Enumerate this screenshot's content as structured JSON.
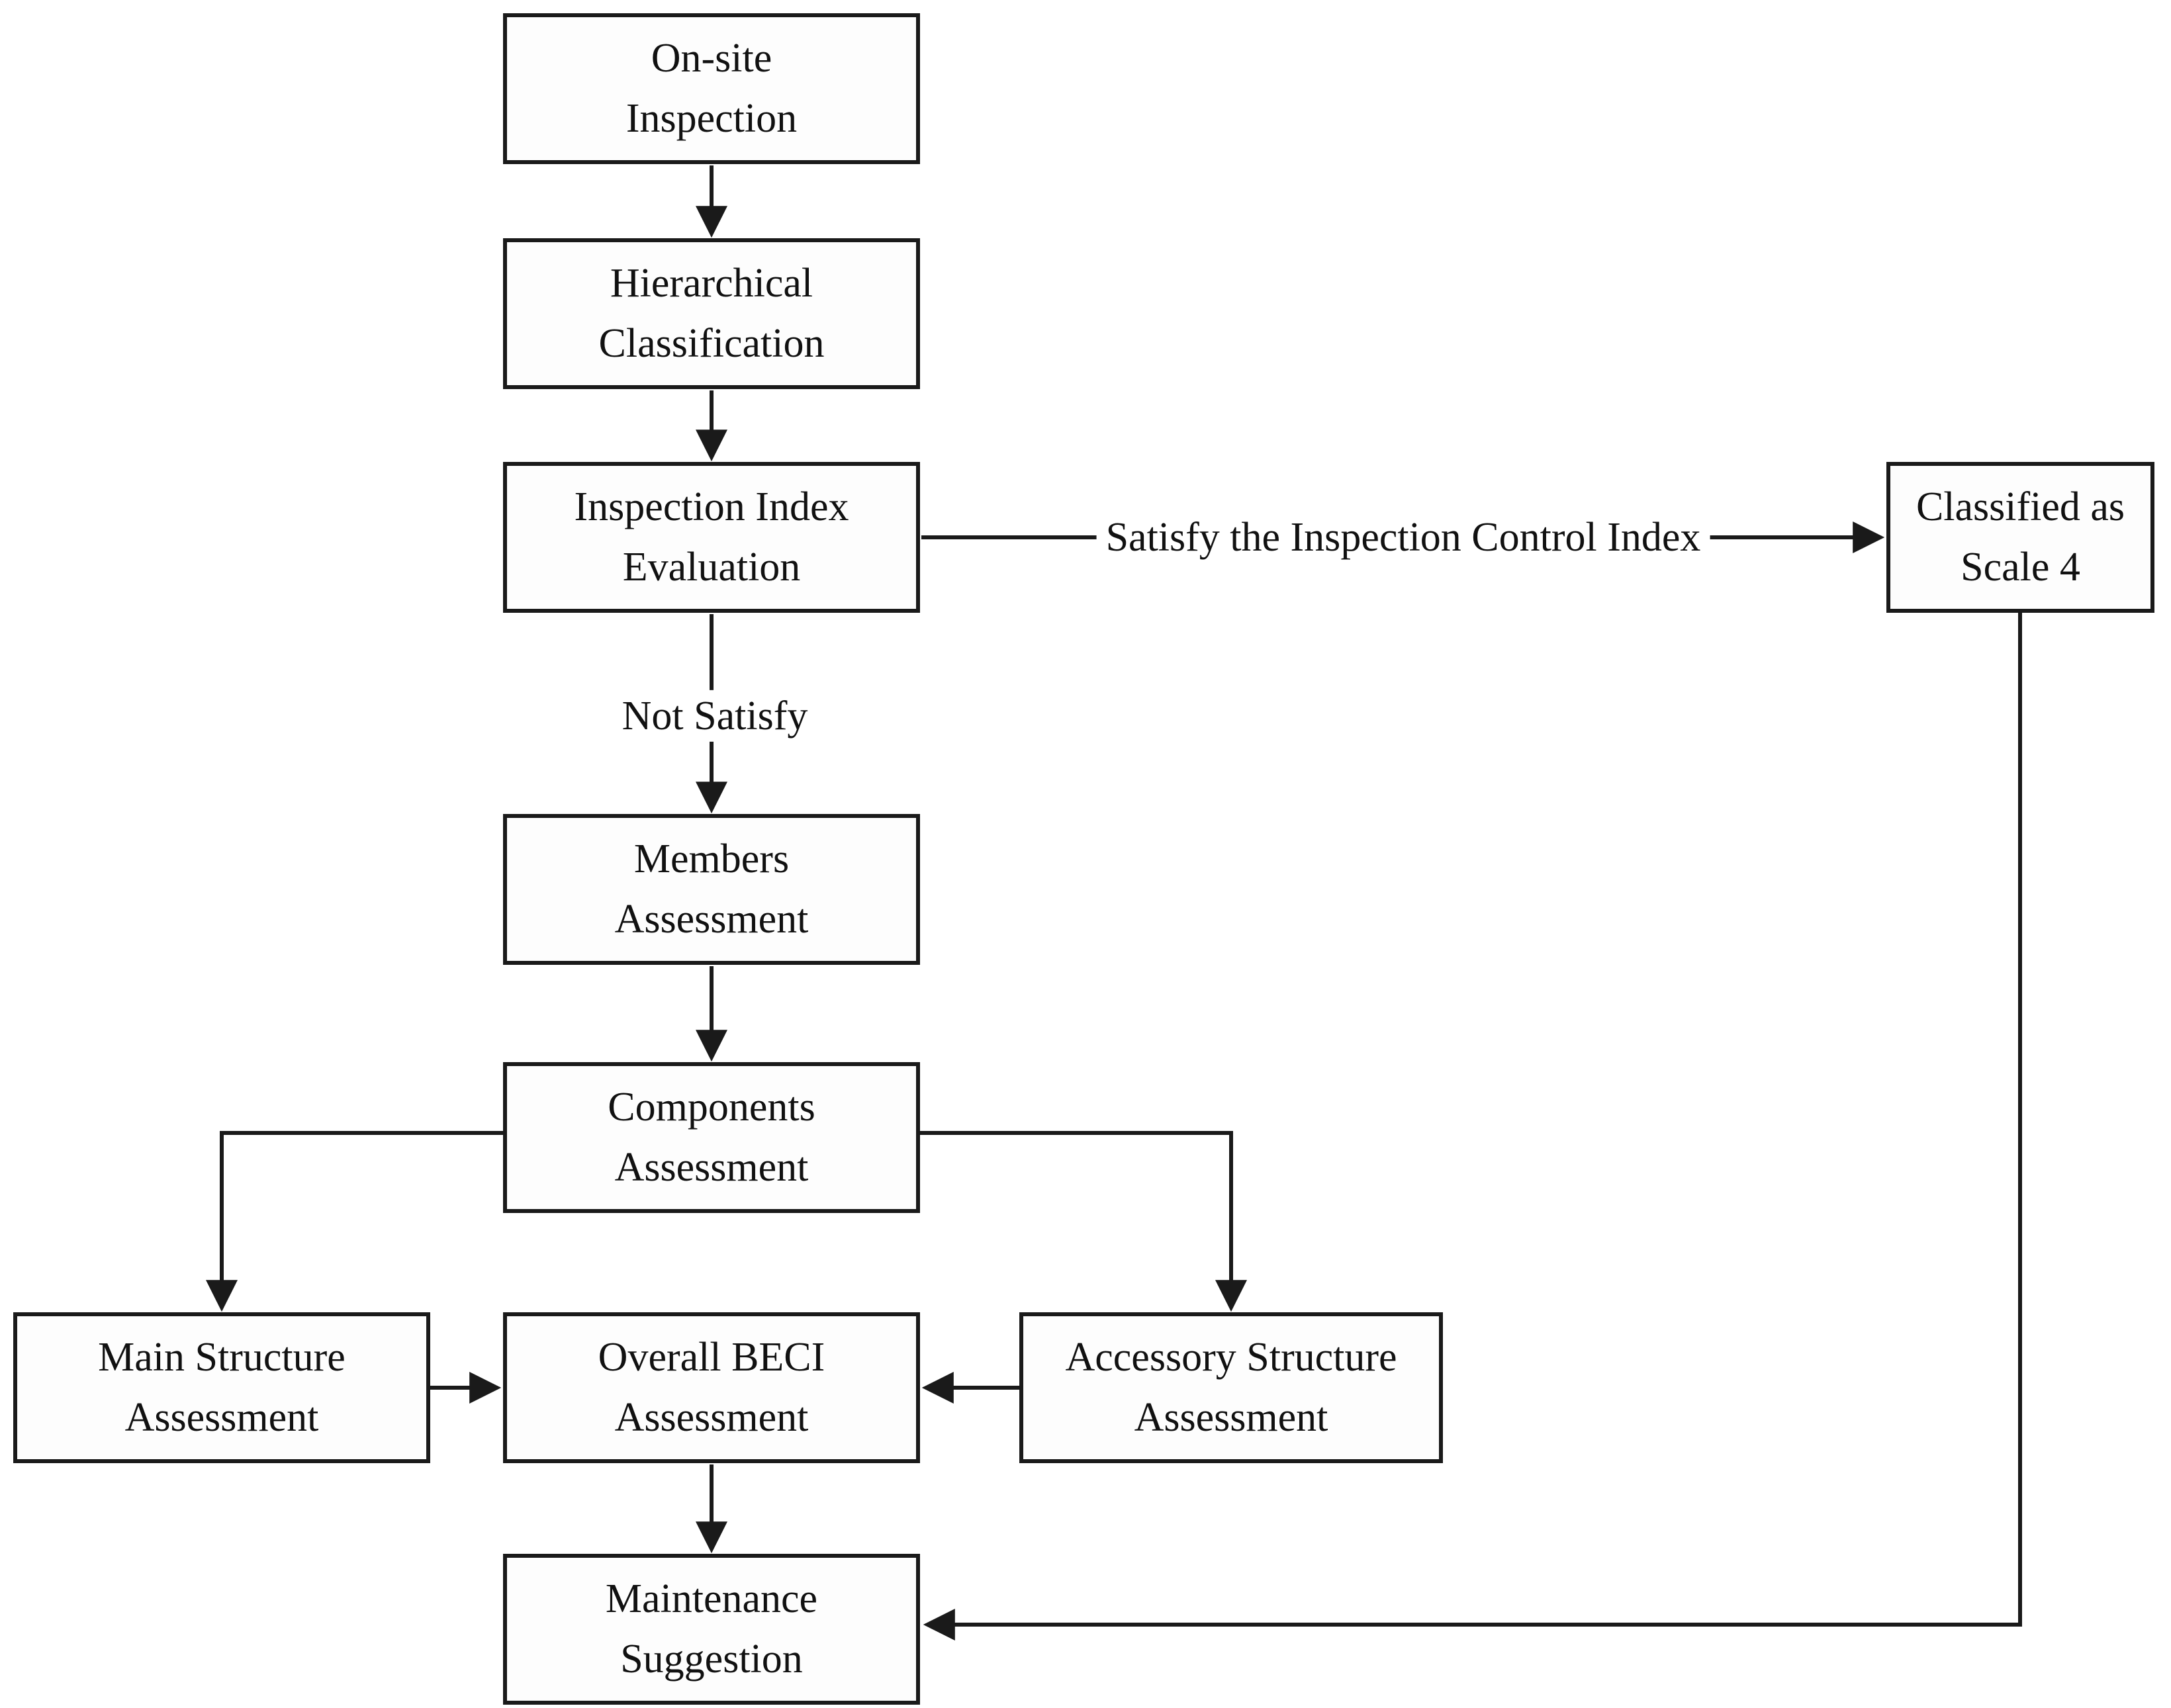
{
  "flowchart": {
    "nodes": {
      "onsite": {
        "label": "On-site\nInspection"
      },
      "hierarchical": {
        "label": "Hierarchical\nClassification"
      },
      "inspection_index": {
        "label": "Inspection Index\nEvaluation"
      },
      "classified_scale4": {
        "label": "Classified as\nScale 4"
      },
      "members": {
        "label": "Members\nAssessment"
      },
      "components": {
        "label": "Components\nAssessment"
      },
      "main_structure": {
        "label": "Main Structure\nAssessment"
      },
      "overall_beci": {
        "label": "Overall BECI\nAssessment"
      },
      "accessory_structure": {
        "label": "Accessory Structure\nAssessment"
      },
      "maintenance": {
        "label": "Maintenance\nSuggestion"
      }
    },
    "edge_labels": {
      "satisfy": "Satisfy the Inspection Control Index",
      "not_satisfy": "Not Satisfy"
    },
    "colors": {
      "line": "#1a1a1a",
      "box_fill": "#fdfdfd",
      "background": "#ffffff",
      "text": "#111111"
    }
  }
}
